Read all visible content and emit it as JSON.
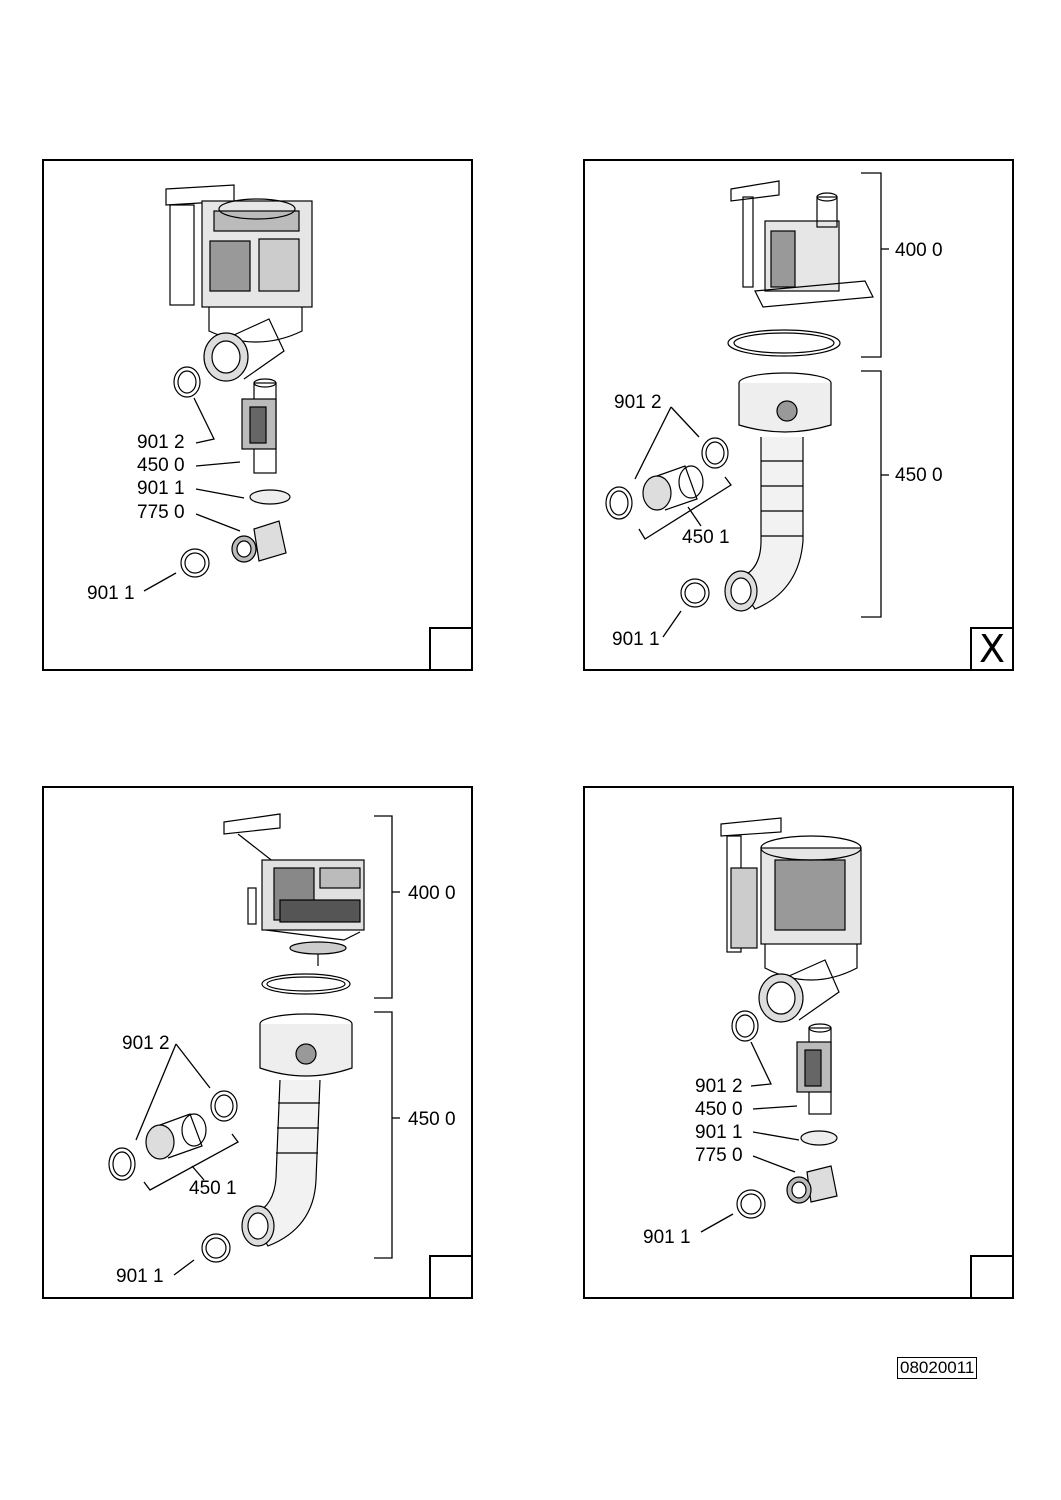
{
  "panels": [
    {
      "name": "panel-top-left",
      "labels": [
        "901 2",
        "450 0",
        "901 1",
        "775 0",
        "901 1"
      ],
      "corner_mark": ""
    },
    {
      "name": "panel-top-right",
      "labels": [
        "400 0",
        "450 0",
        "901 2",
        "450 1",
        "901 1"
      ],
      "corner_mark": "X"
    },
    {
      "name": "panel-bottom-left",
      "labels": [
        "400 0",
        "450 0",
        "901 2",
        "450 1",
        "901 1"
      ],
      "corner_mark": ""
    },
    {
      "name": "panel-bottom-right",
      "labels": [
        "901 2",
        "450 0",
        "901 1",
        "775 0",
        "901 1"
      ],
      "corner_mark": ""
    }
  ],
  "drawing_number": "08020011"
}
